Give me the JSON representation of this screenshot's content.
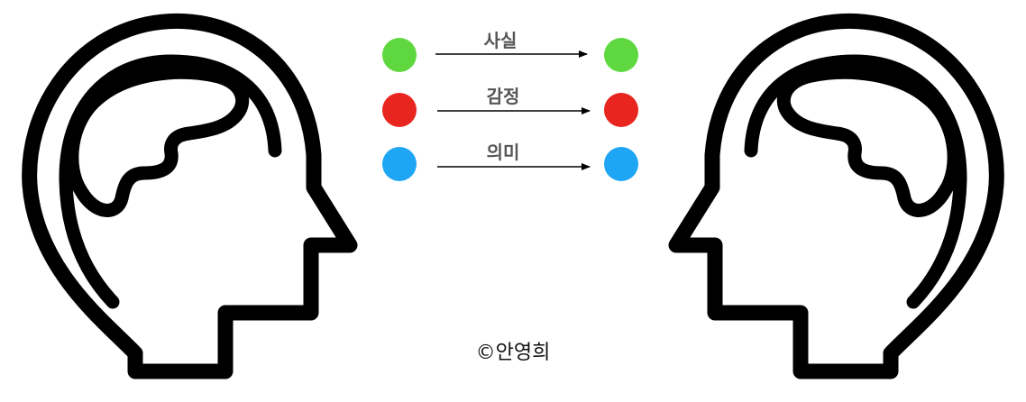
{
  "colors": {
    "outline": "#000000",
    "arrow": "#000000",
    "label": "#555555"
  },
  "rows": [
    {
      "label": "사실",
      "color": "#5fd83f"
    },
    {
      "label": "감정",
      "color": "#e8251f"
    },
    {
      "label": "의미",
      "color": "#1ea6f5"
    }
  ],
  "copyright": "©안영희"
}
